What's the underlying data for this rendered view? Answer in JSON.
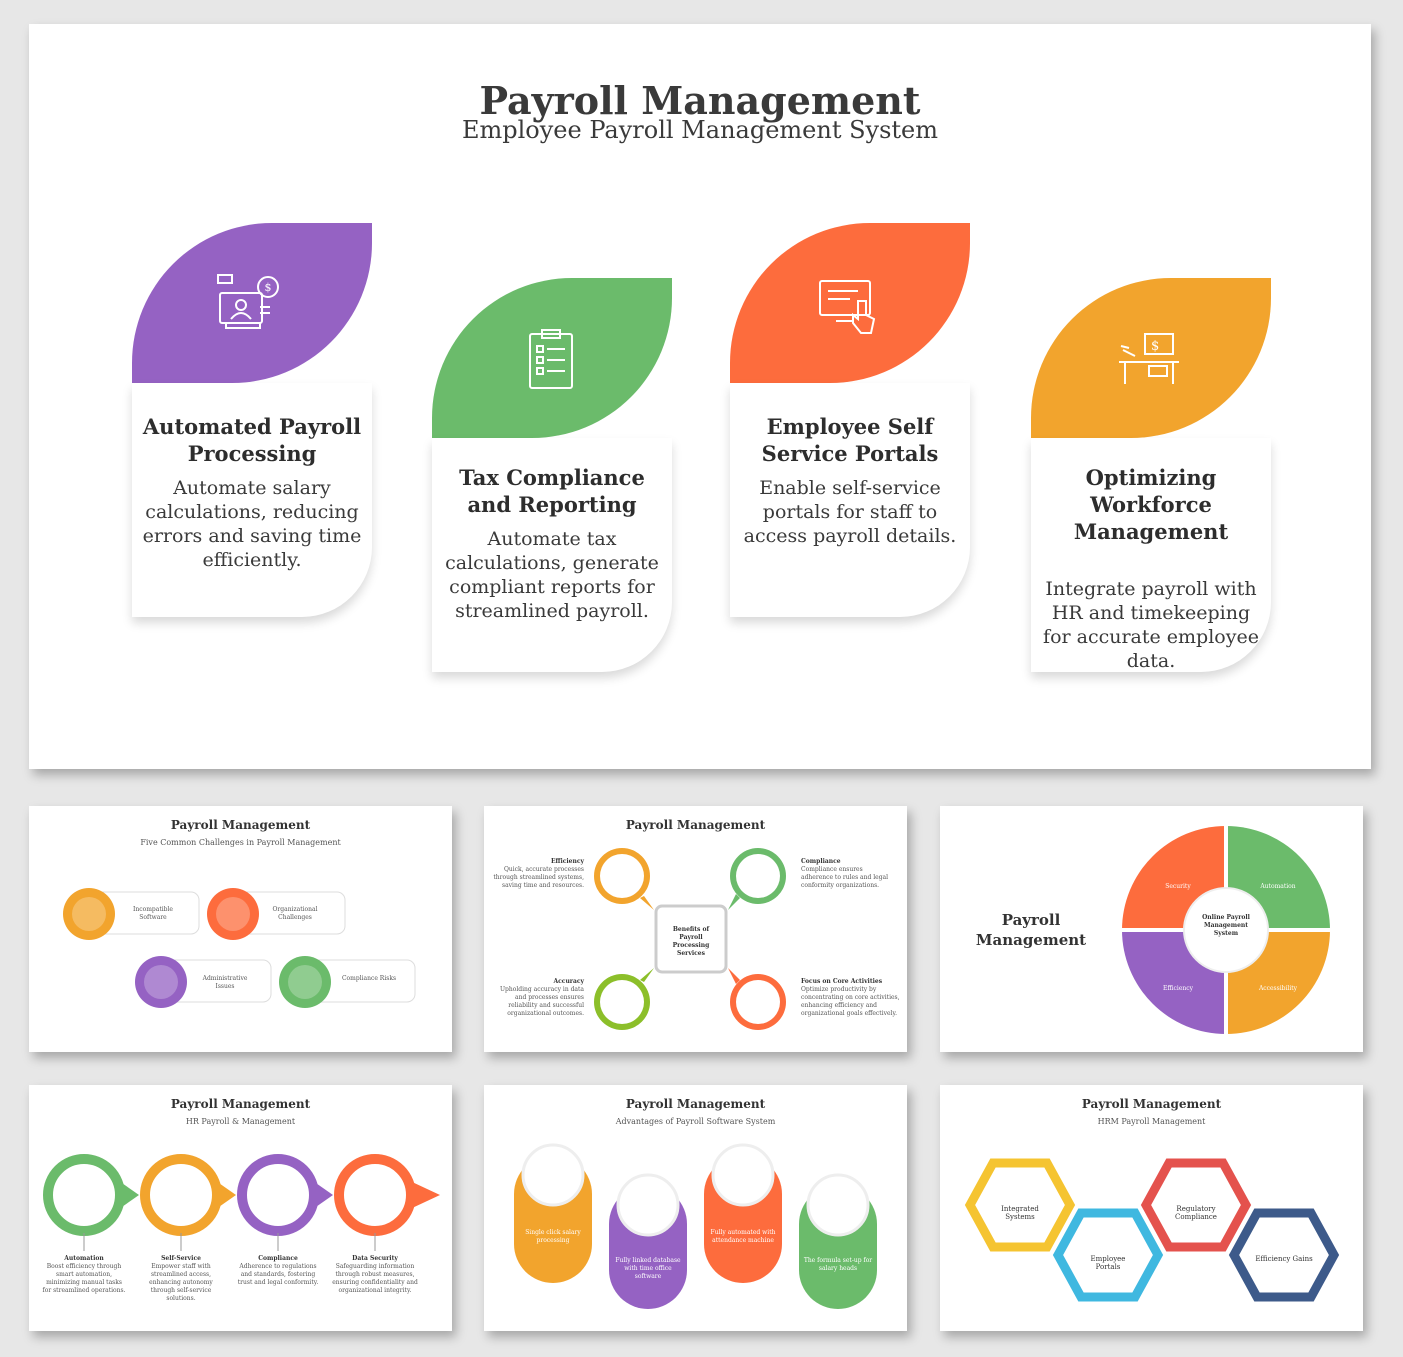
{
  "main": {
    "title": "Payroll Management",
    "subtitle": "Employee Payroll Management System",
    "cards": [
      {
        "title": "Automated Payroll Processing",
        "desc": "Automate salary calculations, reducing errors and saving time efficiently.",
        "color": "#9562c3",
        "icon": "payroll-computer-icon"
      },
      {
        "title": "Tax Compliance and Reporting",
        "desc": "Automate tax calculations, generate compliant reports for streamlined payroll.",
        "color": "#6bbb6b",
        "icon": "clipboard-checklist-icon"
      },
      {
        "title": "Employee Self Service Portals",
        "desc": "Enable self-service portals for staff to access payroll details.",
        "color": "#fd6c3d",
        "icon": "touch-screen-icon"
      },
      {
        "title": "Optimizing Workforce Management",
        "desc": "Integrate payroll with HR and timekeeping for accurate employee data.",
        "color": "#f2a42d",
        "icon": "desk-workstation-icon"
      }
    ]
  },
  "thumbs": {
    "challenges": {
      "title": "Payroll Management",
      "subtitle": "Five Common Challenges in Payroll Management",
      "items": [
        {
          "label": "Incompatible Software",
          "color": "#f2a42d"
        },
        {
          "label": "Organizational Challenges",
          "color": "#fd6c3d"
        },
        {
          "label": "Administrative Issues",
          "color": "#9562c3"
        },
        {
          "label": "Compliance Risks",
          "color": "#6bbb6b"
        }
      ]
    },
    "benefits": {
      "title": "Payroll Management",
      "center": "Benefits of Payroll Processing Services",
      "items": [
        {
          "heading": "Efficiency",
          "text": "Quick, accurate processes through streamlined systems, saving time and resources.",
          "color": "#f2a42d"
        },
        {
          "heading": "Compliance",
          "text": "Compliance ensures adherence to rules and legal conformity organizations.",
          "color": "#6bbb6b"
        },
        {
          "heading": "Accuracy",
          "text": "Upholding accuracy in data and processes ensures reliability and successful organizational outcomes.",
          "color": "#8cbf2a"
        },
        {
          "heading": "Focus on Core Activities",
          "text": "Optimize productivity by concentrating on core activities, enhancing efficiency and organizational goals effectively.",
          "color": "#fd6c3d"
        }
      ]
    },
    "wheel": {
      "title": "Payroll Management",
      "center": "Online Payroll Management System",
      "segments": [
        {
          "label": "Security",
          "color": "#fd6c3d"
        },
        {
          "label": "Automation",
          "color": "#6bbb6b"
        },
        {
          "label": "Efficiency",
          "color": "#9562c3"
        },
        {
          "label": "Accessibility",
          "color": "#f2a42d"
        }
      ]
    },
    "hr": {
      "title": "Payroll Management",
      "subtitle": "HR Payroll & Management",
      "items": [
        {
          "heading": "Automation",
          "text": "Boost efficiency through smart automation, minimizing manual tasks for streamlined operations.",
          "color": "#6bbb6b"
        },
        {
          "heading": "Self-Service",
          "text": "Empower staff with streamlined access, enhancing autonomy through self-service solutions.",
          "color": "#f2a42d"
        },
        {
          "heading": "Compliance",
          "text": "Adherence to regulations and standards, fostering trust and legal conformity.",
          "color": "#9562c3"
        },
        {
          "heading": "Data Security",
          "text": "Safeguarding information through robust measures, ensuring confidentiality and organizational integrity.",
          "color": "#fd6c3d"
        }
      ]
    },
    "advantages": {
      "title": "Payroll Management",
      "subtitle": "Advantages of Payroll Software System",
      "items": [
        {
          "text": "Single click salary processing",
          "color": "#f2a42d"
        },
        {
          "text": "Fully linked database with time office software",
          "color": "#9562c3"
        },
        {
          "text": "Fully automated with attendance machine",
          "color": "#fd6c3d"
        },
        {
          "text": "The formula set-up for salary heads",
          "color": "#6bbb6b"
        }
      ]
    },
    "hrm": {
      "title": "Payroll Management",
      "subtitle": "HRM Payroll Management",
      "items": [
        {
          "label": "Integrated Systems",
          "color": "#f5c431"
        },
        {
          "label": "Employee Portals",
          "color": "#3fb8e0"
        },
        {
          "label": "Regulatory Compliance",
          "color": "#e4524d"
        },
        {
          "label": "Efficiency Gains",
          "color": "#3d5a8a"
        }
      ]
    }
  }
}
